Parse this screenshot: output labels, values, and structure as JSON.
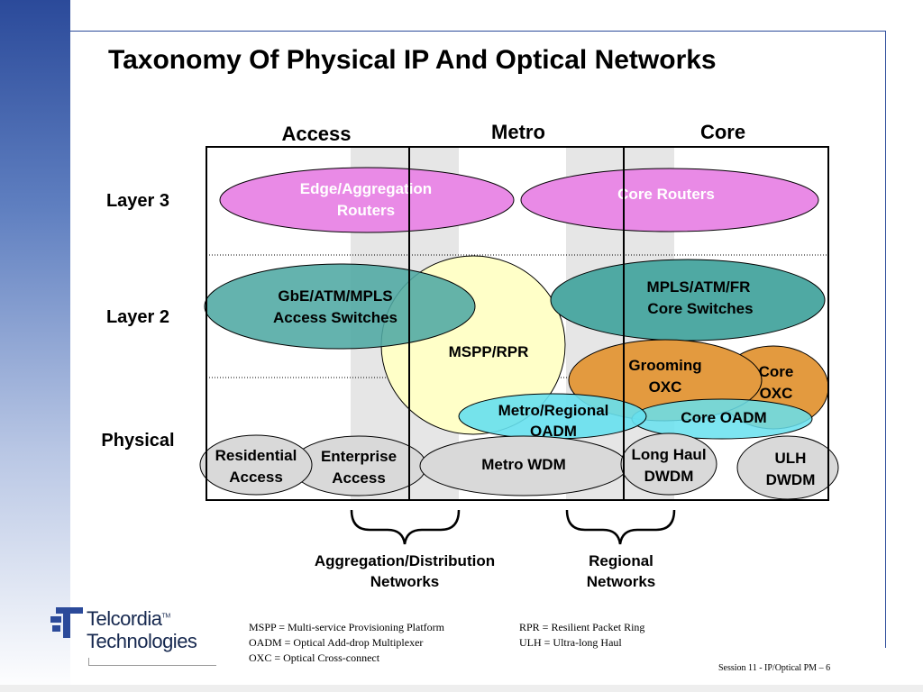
{
  "slide": {
    "title": "Taxonomy Of Physical IP And Optical Networks",
    "footer": "Session 11 - IP/Optical PM  –  6"
  },
  "columns": [
    "Access",
    "Metro",
    "Core"
  ],
  "rows": [
    "Layer 3",
    "Layer 2",
    "Physical"
  ],
  "nodes": {
    "edge_agg": [
      "Edge/Aggregation",
      "Routers"
    ],
    "core_routers": [
      "Core Routers"
    ],
    "gbe_access": [
      "GbE/ATM/MPLS",
      "Access Switches"
    ],
    "mpls_core": [
      "MPLS/ATM/FR",
      "Core Switches"
    ],
    "mspp": [
      "MSPP/RPR"
    ],
    "grooming": [
      "Grooming",
      "OXC"
    ],
    "core_oxc": [
      "Core",
      "OXC"
    ],
    "metro_oadm": [
      "Metro/Regional",
      "OADM"
    ],
    "core_oadm": [
      "Core OADM"
    ],
    "residential": [
      "Residential",
      "Access"
    ],
    "enterprise": [
      "Enterprise",
      "Access"
    ],
    "metro_wdm": [
      "Metro WDM"
    ],
    "long_haul": [
      "Long Haul",
      "DWDM"
    ],
    "ulh": [
      "ULH",
      "DWDM"
    ]
  },
  "braces": {
    "aggregation": [
      "Aggregation/Distribution",
      "Networks"
    ],
    "regional": [
      "Regional",
      "Networks"
    ]
  },
  "legend": {
    "mspp": "MSPP = Multi-service Provisioning Platform",
    "oadm": "OADM = Optical Add-drop Multiplexer",
    "oxc": "OXC = Optical Cross-connect",
    "rpr": "RPR = Resilient Packet Ring",
    "ulh": "ULH = Ultra-long Haul"
  },
  "logo": {
    "line1": "Telcordia",
    "tm": "TM",
    "line2": "Technologies"
  },
  "colors": {
    "pink": "#e98ae6",
    "teal": "#4fa9a3",
    "yellow": "#ffffc8",
    "orange": "#e39a3f",
    "cyan": "#66e0ee",
    "gray": "#d9d9d9",
    "band": "#e6e6e6",
    "brand": "#2b4a9a"
  }
}
